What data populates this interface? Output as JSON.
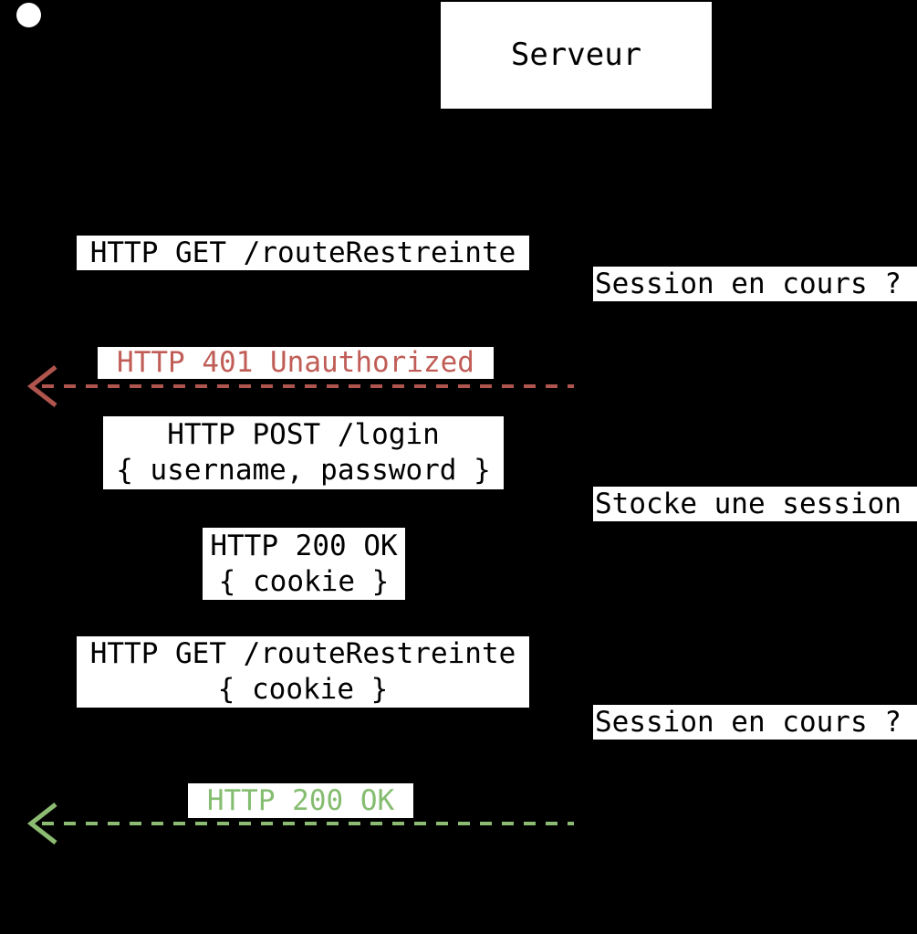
{
  "colors": {
    "background": "#000000",
    "box_fill": "#ffffff",
    "text": "#000000",
    "error": "#b0544e",
    "error_text": "#c05d57",
    "success": "#8cbb72",
    "success_text": "#85bd70"
  },
  "participants": {
    "client": {
      "icon": "actor-head-circle"
    },
    "server": {
      "label": "Serveur"
    }
  },
  "messages": [
    {
      "id": "get-restricted-1",
      "lines": [
        "HTTP GET /routeRestreinte"
      ]
    },
    {
      "id": "response-401",
      "lines": [
        "HTTP 401 Unauthorized"
      ],
      "status": "error",
      "arrow": "dashed-open-left"
    },
    {
      "id": "post-login",
      "lines": [
        "HTTP POST /login",
        "{ username, password }"
      ]
    },
    {
      "id": "response-200-cookie",
      "lines": [
        "HTTP 200 OK",
        "{ cookie }"
      ]
    },
    {
      "id": "get-restricted-2",
      "lines": [
        "HTTP GET /routeRestreinte",
        "{ cookie }"
      ]
    },
    {
      "id": "response-200",
      "lines": [
        "HTTP 200 OK"
      ],
      "status": "success",
      "arrow": "dashed-open-left"
    }
  ],
  "notes": [
    {
      "id": "note-session-1",
      "text": "Session en cours ?"
    },
    {
      "id": "note-store",
      "text": "Stocke une session"
    },
    {
      "id": "note-session-2",
      "text": "Session en cours ?"
    }
  ]
}
